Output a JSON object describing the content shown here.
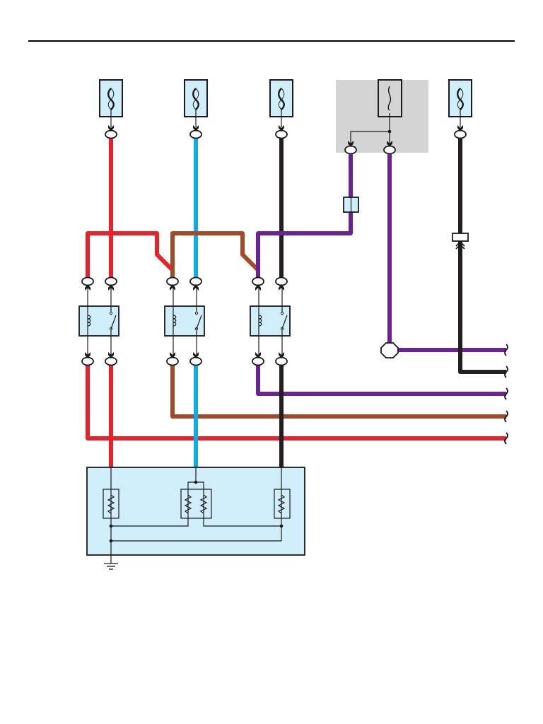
{
  "page": {
    "title": ""
  },
  "colors": {
    "red": "#e8212a",
    "blue": "#13a8e6",
    "black": "#231f20",
    "brown": "#a24a28",
    "purple": "#6a2390",
    "component_fill": "#d0eefa",
    "shaded_box": "#d4d4d4",
    "outline": "#1a1a1a"
  },
  "fuses": [
    {
      "id": "fuse-1",
      "type": "fuse"
    },
    {
      "id": "fuse-2",
      "type": "fuse"
    },
    {
      "id": "fuse-3",
      "type": "fuse"
    },
    {
      "id": "fuse-4",
      "type": "fusible-link"
    },
    {
      "id": "fuse-5",
      "type": "fuse"
    }
  ],
  "relays": [
    {
      "id": "relay-1"
    },
    {
      "id": "relay-2"
    },
    {
      "id": "relay-3"
    }
  ],
  "wires": [
    {
      "id": "wire-red",
      "color": "red"
    },
    {
      "id": "wire-blue",
      "color": "blue"
    },
    {
      "id": "wire-black",
      "color": "black"
    },
    {
      "id": "wire-brown",
      "color": "brown"
    },
    {
      "id": "wire-purple",
      "color": "purple"
    }
  ],
  "heater_unit": {
    "elements": 4,
    "ground": true
  }
}
